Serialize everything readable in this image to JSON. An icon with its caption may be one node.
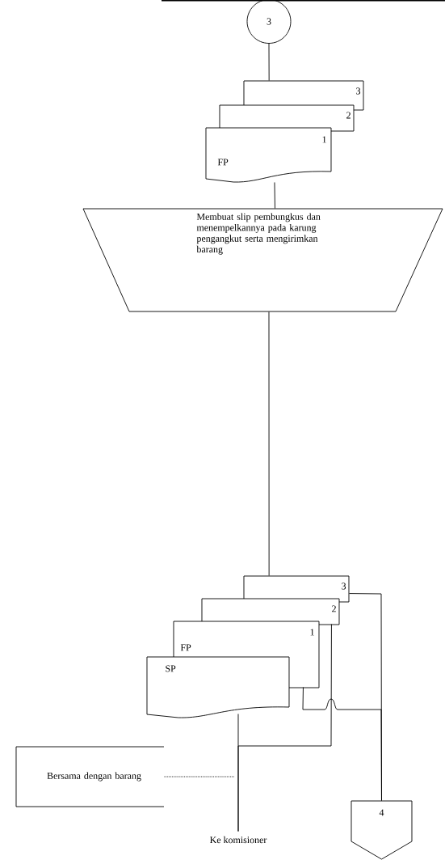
{
  "diagram": {
    "nodes": [
      {
        "text": [
          "3"
        ]
      },
      {
        "text": [
          "3"
        ]
      },
      {
        "text": [
          "2"
        ]
      },
      {
        "text": [
          "1",
          "FP"
        ]
      },
      {
        "text": [
          "Membuat slip pembungkus dan menempelkannya pada karung pengangkut serta mengirimkan barang"
        ]
      },
      {
        "text": [
          "3"
        ]
      },
      {
        "text": [
          "2"
        ]
      },
      {
        "text": [
          "1",
          "FP"
        ]
      },
      {
        "text": [
          "SP"
        ]
      },
      {
        "text": [
          "Bersama dengan barang"
        ]
      },
      {
        "text": [
          "Ke komisioner"
        ]
      },
      {
        "text": [
          "4"
        ]
      }
    ],
    "edges": [
      {
        "from": 0,
        "to": 1,
        "arrow": "none"
      },
      {
        "from": 3,
        "to": 4,
        "arrow": "none"
      },
      {
        "from": 4,
        "to": 5,
        "arrow": "none"
      },
      {
        "from": 5,
        "to": 11,
        "arrow": "none"
      },
      {
        "from": 7,
        "to": 11,
        "arrow": "none"
      },
      {
        "from": 6,
        "to": 10,
        "arrow": "none"
      },
      {
        "from": 8,
        "to": 10,
        "arrow": "none"
      },
      {
        "from": 9,
        "to": null,
        "arrow": "none",
        "style": "dashed"
      }
    ]
  }
}
